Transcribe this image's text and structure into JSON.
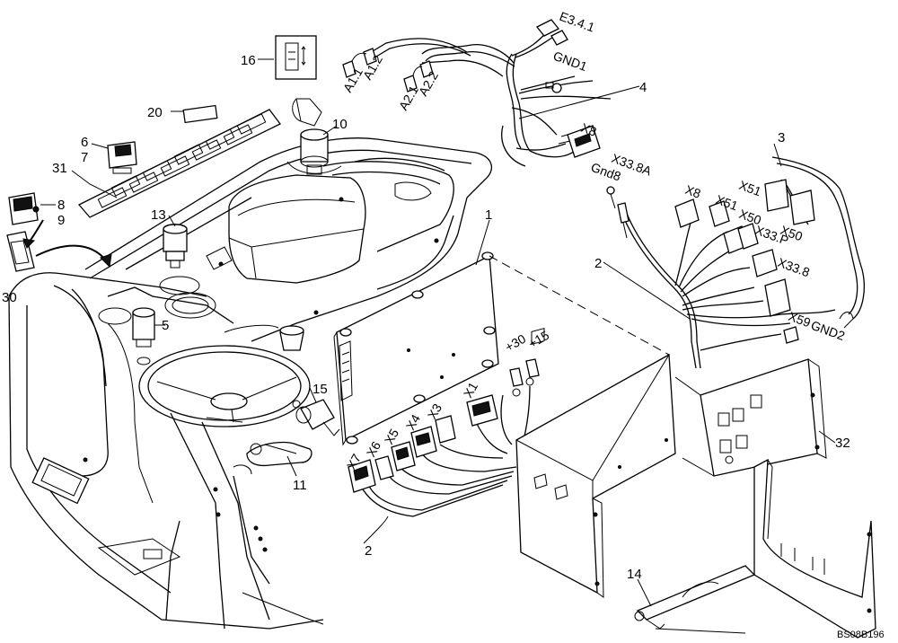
{
  "diagram": {
    "reference_code": "BS08B196",
    "callouts": [
      "1",
      "2",
      "2",
      "3",
      "4",
      "5",
      "6",
      "7",
      "8",
      "9",
      "10",
      "11",
      "13",
      "14",
      "15",
      "16",
      "20",
      "30",
      "31",
      "32"
    ],
    "connectors": [
      "E3.4.1",
      "GND1",
      "A1.1",
      "A1.2",
      "A2.1",
      "A2.2",
      "X8",
      "Gnd8",
      "X33.8A",
      "X8",
      "X51",
      "X50",
      "X51",
      "X50",
      "X33.P",
      "X33.8",
      "X59",
      "GND2",
      "+30",
      "+15",
      "X1",
      "X3",
      "X4",
      "X5",
      "X6",
      "X7"
    ]
  }
}
